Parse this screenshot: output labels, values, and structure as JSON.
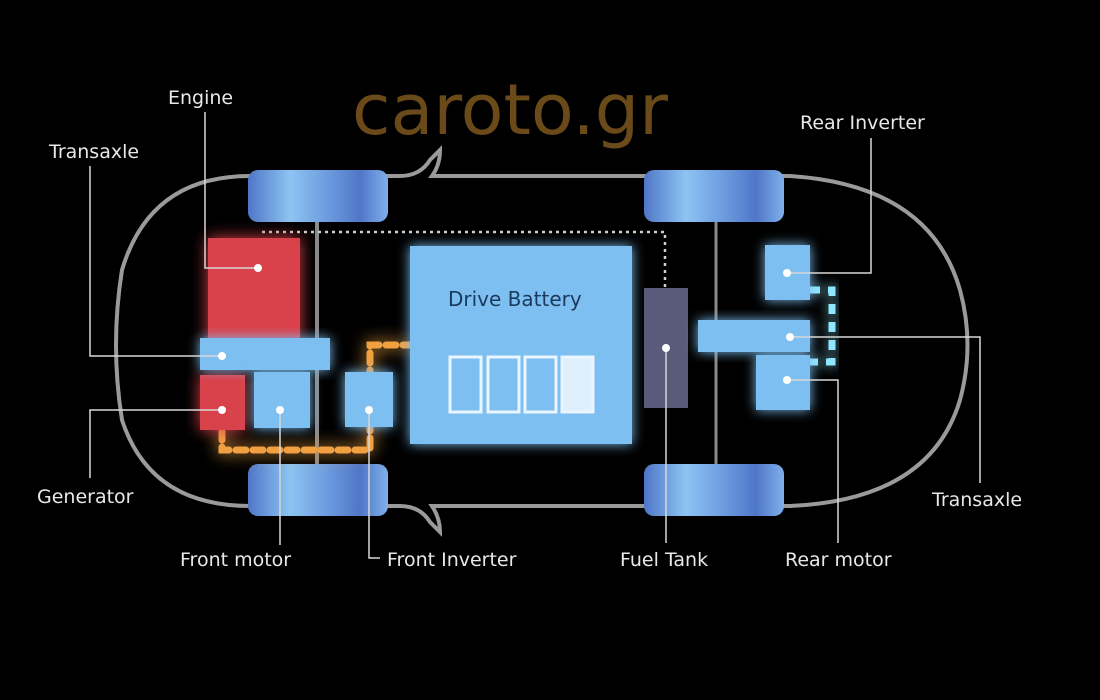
{
  "watermark": "caroto.gr",
  "labels": {
    "engine": "Engine",
    "transaxle_front": "Transaxle",
    "generator": "Generator",
    "front_motor": "Front motor",
    "front_inverter": "Front Inverter",
    "fuel_tank": "Fuel Tank",
    "rear_motor": "Rear motor",
    "rear_transaxle": "Transaxle",
    "rear_inverter": "Rear Inverter",
    "drive_battery": "Drive Battery"
  },
  "battery": {
    "cells": 4,
    "cells_highlighted": 1
  },
  "colors": {
    "background": "#000000",
    "component_blue": "#7dbff0",
    "engine_red": "#d9434b",
    "fuel_tank": "#5a5a7a",
    "wheel_blue": "#5b86d6",
    "orange_flow": "#f0a040",
    "blue_flow": "#7fe0ff",
    "watermark": "#6b4a1a",
    "car_outline": "#9a9a9a"
  }
}
